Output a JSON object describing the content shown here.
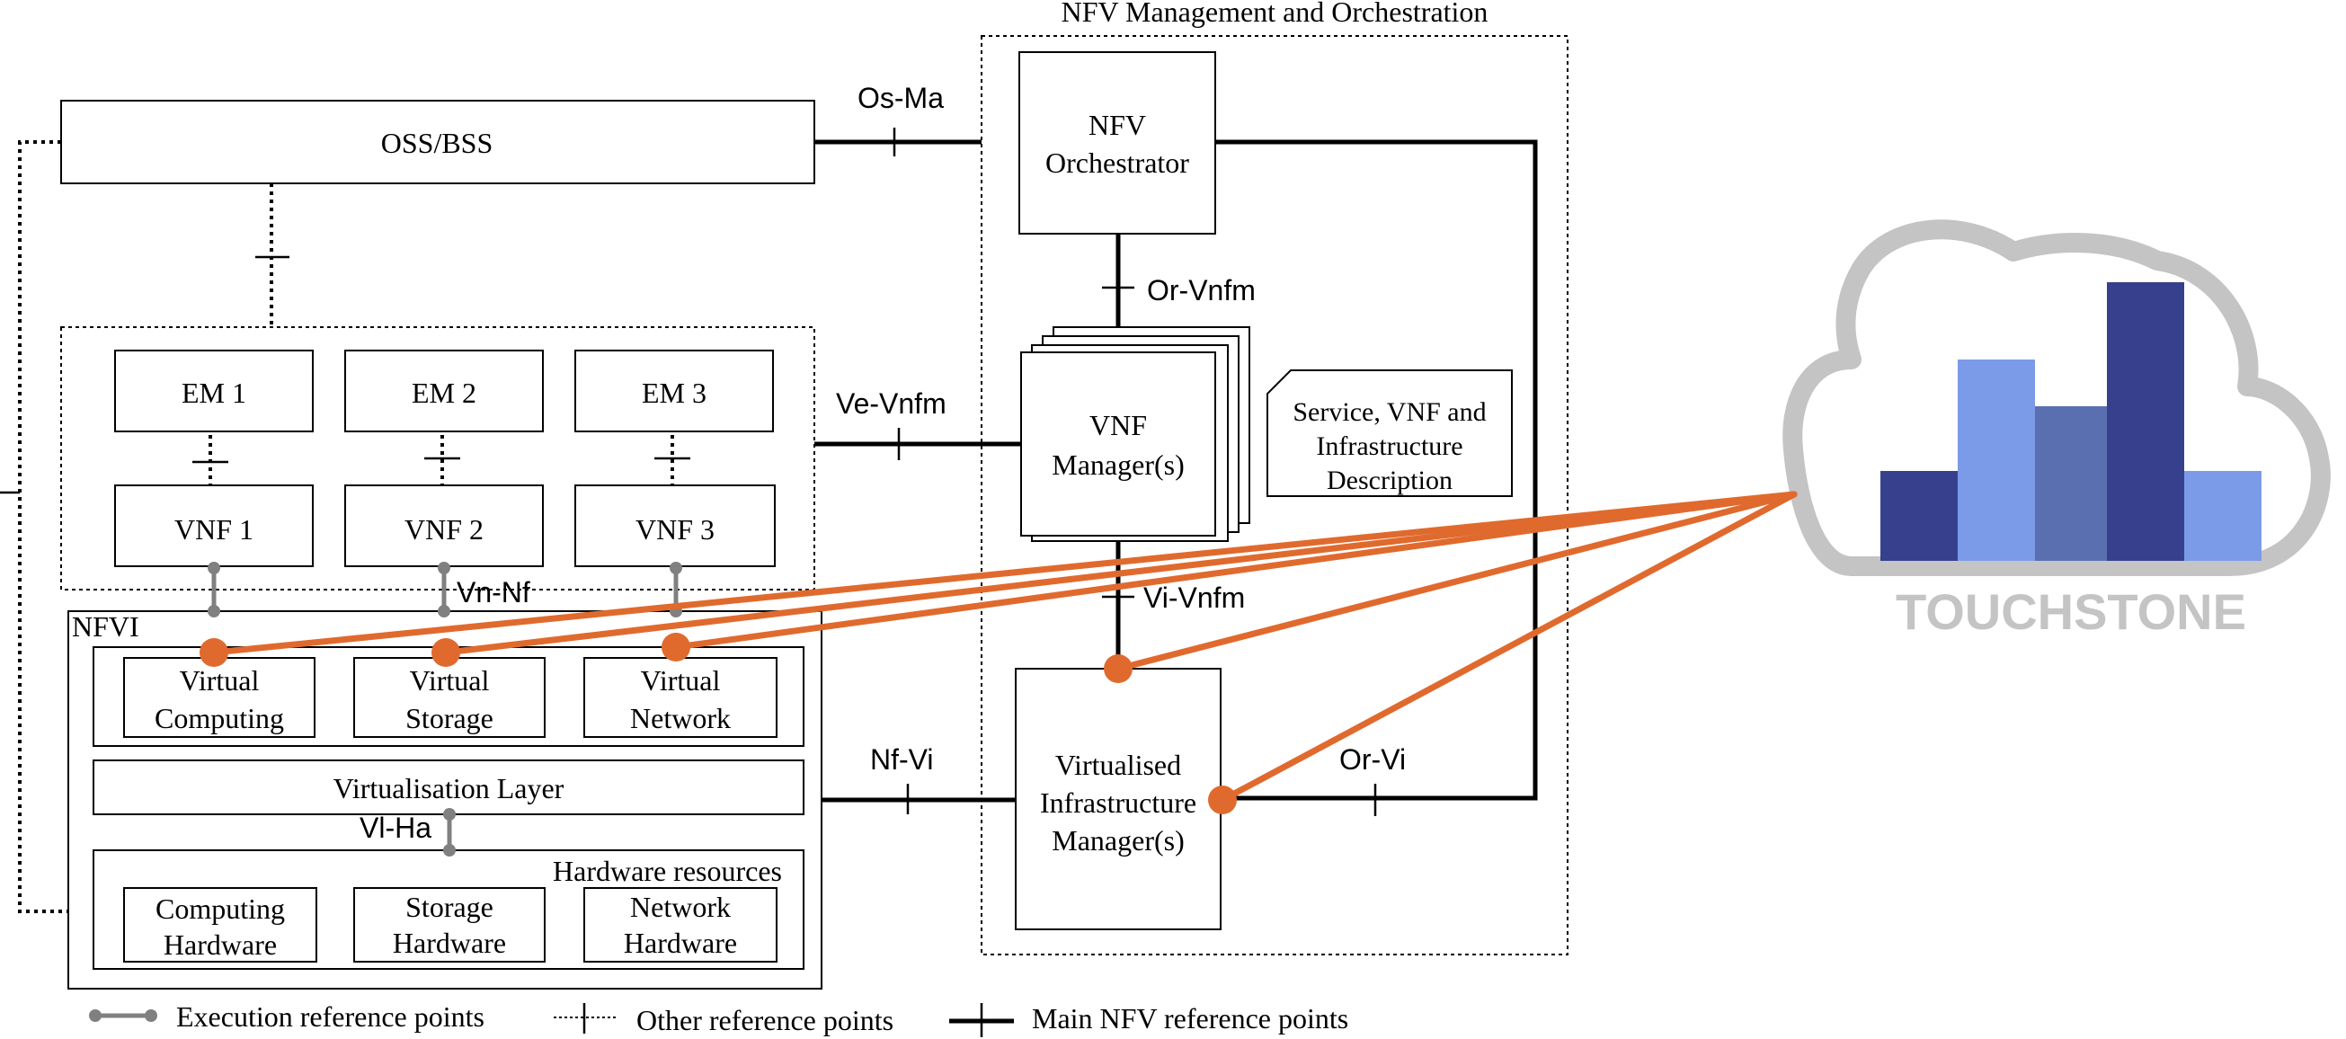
{
  "nfvmano": {
    "title": "NFV Management and Orchestration",
    "orchestrator_line1": "NFV",
    "orchestrator_line2": "Orchestrator",
    "vnfm_line1": "VNF",
    "vnfm_line2": "Manager(s)",
    "vim_line1": "Virtualised",
    "vim_line2": "Infrastructure",
    "vim_line3": "Manager(s)",
    "description_line1": "Service, VNF and",
    "description_line2": "Infrastructure",
    "description_line3": "Description"
  },
  "oss_bss": "OSS/BSS",
  "em": [
    "EM 1",
    "EM 2",
    "EM 3"
  ],
  "vnf": [
    "VNF 1",
    "VNF 2",
    "VNF 3"
  ],
  "nfvi": {
    "title": "NFVI",
    "virtual": [
      {
        "line1": "Virtual",
        "line2": "Computing"
      },
      {
        "line1": "Virtual",
        "line2": "Storage"
      },
      {
        "line1": "Virtual",
        "line2": "Network"
      }
    ],
    "virtualisation_layer": "Virtualisation Layer",
    "hardware_title": "Hardware resources",
    "hardware": [
      {
        "line1": "Computing",
        "line2": "Hardware"
      },
      {
        "line1": "Storage",
        "line2": "Hardware"
      },
      {
        "line1": "Network",
        "line2": "Hardware"
      }
    ]
  },
  "ref_points": {
    "os_ma": "Os-Ma",
    "or_vnfm": "Or-Vnfm",
    "ve_vnfm": "Ve-Vnfm",
    "vi_vnfm": "Vi-Vnfm",
    "vn_nf": "Vn-Nf",
    "nf_vi": "Nf-Vi",
    "or_vi": "Or-Vi",
    "vl_ha": "Vl-Ha"
  },
  "legend": {
    "execution": "Execution reference points",
    "other": "Other reference points",
    "main": "Main NFV reference points"
  },
  "logo": {
    "text": "TOUCHSTONE",
    "colors": [
      "#36408C",
      "#7B9AE8",
      "#5A6FB0",
      "#36408C",
      "#7B9AE8"
    ],
    "cloud_color": "#C4C4C4",
    "accent": "#E06A2E"
  }
}
